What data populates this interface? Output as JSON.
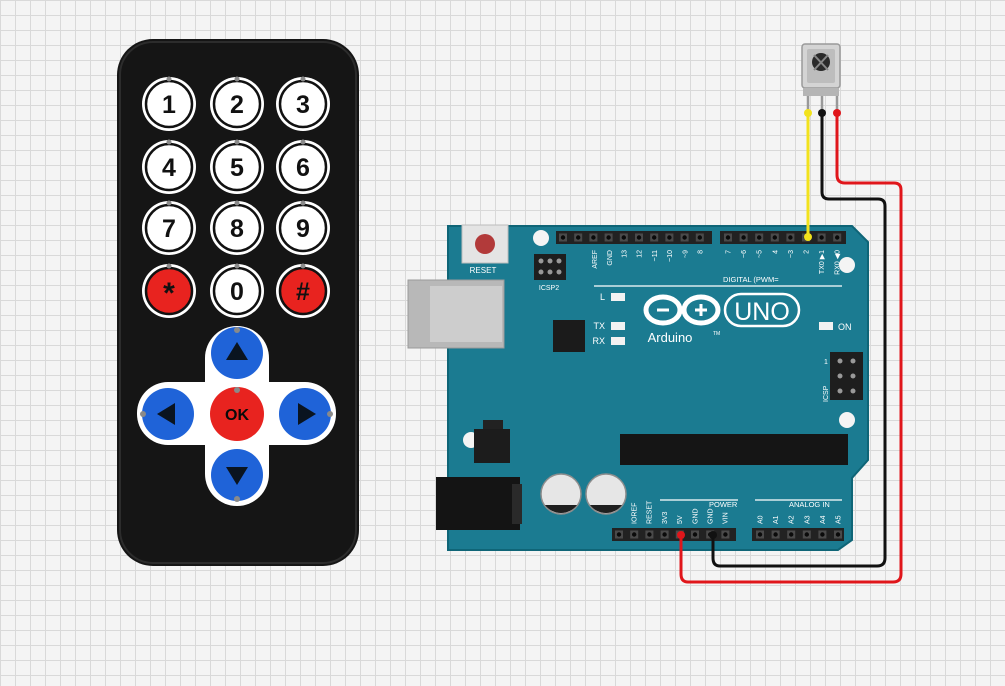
{
  "remote": {
    "number_keys": [
      "1",
      "2",
      "3",
      "4",
      "5",
      "6",
      "7",
      "8",
      "9",
      "*",
      "0",
      "#"
    ],
    "ok_label": "OK",
    "colors": {
      "body": "#151515",
      "key_white": "#ffffff",
      "key_red": "#e8231f",
      "key_blue": "#1f63d8"
    }
  },
  "ir_receiver": {
    "pins": [
      "signal",
      "gnd",
      "vcc"
    ]
  },
  "arduino": {
    "reset_label": "RESET",
    "icsp2_label": "ICSP2",
    "icsp_label": "ICSP",
    "icsp_pin1": "1",
    "aref_label": "AREF",
    "gnd_label": "GND",
    "digital_labels_left": [
      "13",
      "12",
      "~11",
      "~10",
      "~9",
      "8"
    ],
    "digital_labels_right": [
      "7",
      "~6",
      "~5",
      "4",
      "~3",
      "2",
      "TX0 ▶1",
      "RX0 ◀0"
    ],
    "digital_title": "DIGITAL (PWM= ",
    "led_l": "L",
    "led_tx": "TX",
    "led_rx": "RX",
    "brand": "Arduino",
    "tm": "TM",
    "uno": "UNO",
    "on_label": "ON",
    "power_title": "POWER",
    "analog_title": "ANALOG IN",
    "power_labels": [
      "IOREF",
      "RESET",
      "3V3",
      "5V",
      "GND",
      "GND",
      "VIN"
    ],
    "analog_labels": [
      "A0",
      "A1",
      "A2",
      "A3",
      "A4",
      "A5"
    ],
    "colors": {
      "board": "#1b7b91",
      "board_edge": "#0f6577"
    }
  },
  "wires": [
    {
      "from": "ir_receiver.signal",
      "to": "digital 2",
      "color": "#f2e21c"
    },
    {
      "from": "ir_receiver.gnd",
      "to": "power GND",
      "color": "#111111"
    },
    {
      "from": "ir_receiver.vcc",
      "to": "power 5V",
      "color": "#e0161b"
    }
  ]
}
